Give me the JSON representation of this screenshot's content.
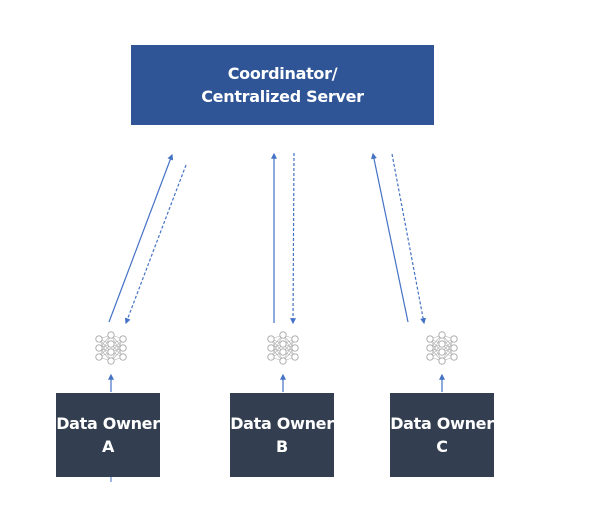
{
  "server": {
    "line1": "Coordinator/",
    "line2": "Centralized Server"
  },
  "owners": [
    {
      "line1": "Data Owner",
      "line2": "A"
    },
    {
      "line1": "Data Owner",
      "line2": "B"
    },
    {
      "line1": "Data Owner",
      "line2": "C"
    }
  ],
  "colors": {
    "server_fill": "#2f5597",
    "owner_fill": "#333f50",
    "arrow": "#4472c4",
    "network": "#a6a6a6"
  },
  "icons": {
    "model": "neural-network-icon"
  }
}
